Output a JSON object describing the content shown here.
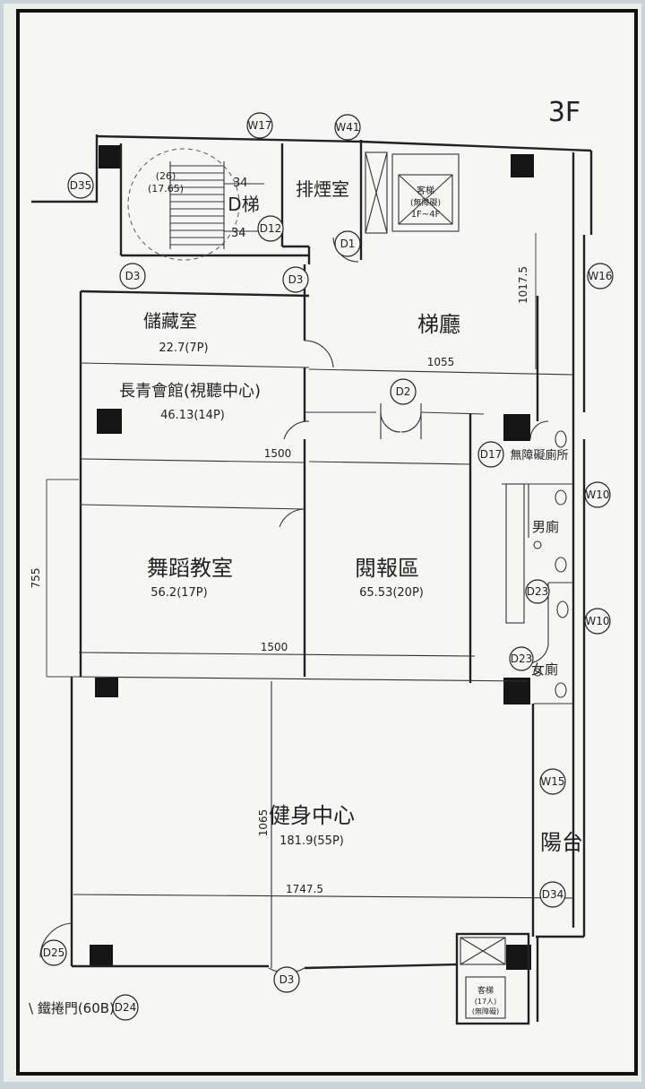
{
  "floor_label": "3F",
  "rooms": {
    "stair": "D梯",
    "smoke_room": "排煙室",
    "storage": {
      "name": "儲藏室",
      "area": "22.7(7P)"
    },
    "lobby": "梯廳",
    "senior_center": {
      "name": "長青會館(視聽中心)",
      "area": "46.13(14P)"
    },
    "dance": {
      "name": "舞蹈教室",
      "area": "56.2(17P)"
    },
    "reading": {
      "name": "閱報區",
      "area": "65.53(20P)"
    },
    "accessible_wc": "無障礙廁所",
    "mens_wc": "男廁",
    "womens_wc": "女廁",
    "gym": {
      "name": "健身中心",
      "area": "181.9(55P)"
    },
    "balcony": "陽台"
  },
  "stair_notes": {
    "count": "(26)",
    "height": "(17.65)",
    "up": "34",
    "down": "34"
  },
  "elevator": {
    "main_label": "客梯",
    "main_sub": "(無障礙)",
    "main_range": "1F~4F",
    "small_label": "客梯",
    "small_sub": "(17人)",
    "small_sub2": "(無障礙)"
  },
  "tags": {
    "w17": "W17",
    "w41": "W41",
    "d35": "D35",
    "d12": "D12",
    "d1": "D1",
    "d3_left": "D3",
    "d3_mid": "D3",
    "d3_bottom": "D3",
    "w16": "W16",
    "d2": "D2",
    "d17": "D17",
    "w10_top": "W10",
    "d23_mid": "D23",
    "w10_bottom": "W10",
    "d23_low": "D23",
    "w15": "W15",
    "d34": "D34",
    "d25": "D25",
    "d24": "D24"
  },
  "dimensions": {
    "lobby_height": "1017.5",
    "lobby_width": "1055",
    "band_width_top": "1500",
    "left_span": "755",
    "band_width_mid": "1500",
    "gym_height": "1065",
    "gym_width": "1747.5"
  },
  "footnote": "\\ 鐵捲門(60B)"
}
